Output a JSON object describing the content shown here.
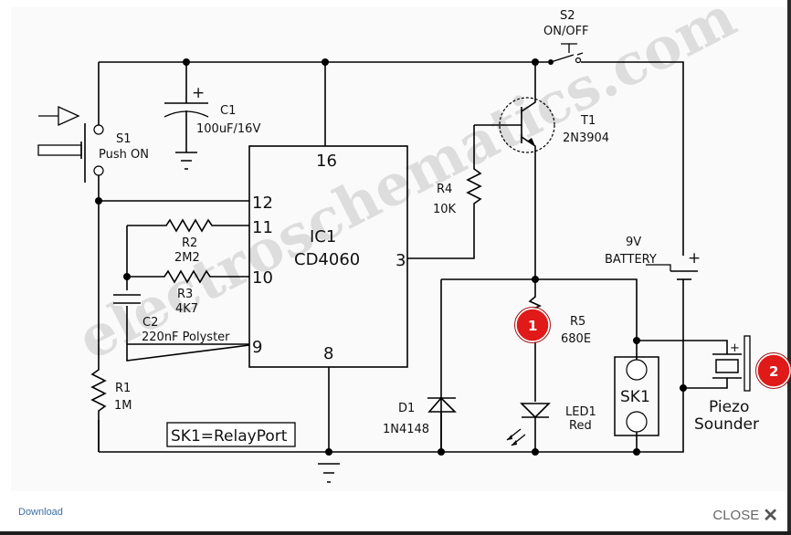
{
  "watermark": "electroschematics.com",
  "components": {
    "s1": {
      "ref": "S1",
      "value": "Push ON"
    },
    "c1": {
      "ref": "C1",
      "value": "100uF/16V",
      "polarity": "+"
    },
    "s2": {
      "ref": "S2",
      "value": "ON/OFF"
    },
    "t1": {
      "ref": "T1",
      "value": "2N3904"
    },
    "ic1": {
      "ref": "IC1",
      "value": "CD4060",
      "pins": {
        "p16": "16",
        "p12": "12",
        "p11": "11",
        "p10": "10",
        "p9": "9",
        "p8": "8",
        "p3": "3"
      }
    },
    "r1": {
      "ref": "R1",
      "value": "1M"
    },
    "r2": {
      "ref": "R2",
      "value": "2M2"
    },
    "r3": {
      "ref": "R3",
      "value": "4K7"
    },
    "r4": {
      "ref": "R4",
      "value": "10K"
    },
    "r5": {
      "ref": "R5",
      "value": "680E"
    },
    "c2": {
      "ref": "C2",
      "value": "220nF Polyster"
    },
    "d1": {
      "ref": "D1",
      "value": "1N4148"
    },
    "led1": {
      "ref": "LED1",
      "value": "Red"
    },
    "battery": {
      "voltage": "9V",
      "label": "BATTERY",
      "polarity": "+"
    },
    "sk1": {
      "ref": "SK1"
    },
    "piezo": {
      "line1": "Piezo",
      "line2": "Sounder",
      "polarity": "+"
    }
  },
  "note": "SK1=RelayPort",
  "markers": [
    {
      "number": "1",
      "color": "#e01919"
    },
    {
      "number": "2",
      "color": "#e01919"
    }
  ],
  "footer": {
    "download_label": "Download",
    "close_label": "CLOSE",
    "close_icon": "✕"
  },
  "colors": {
    "link": "#3a6ea5",
    "close_text": "#666666",
    "marker": "#e01919"
  }
}
